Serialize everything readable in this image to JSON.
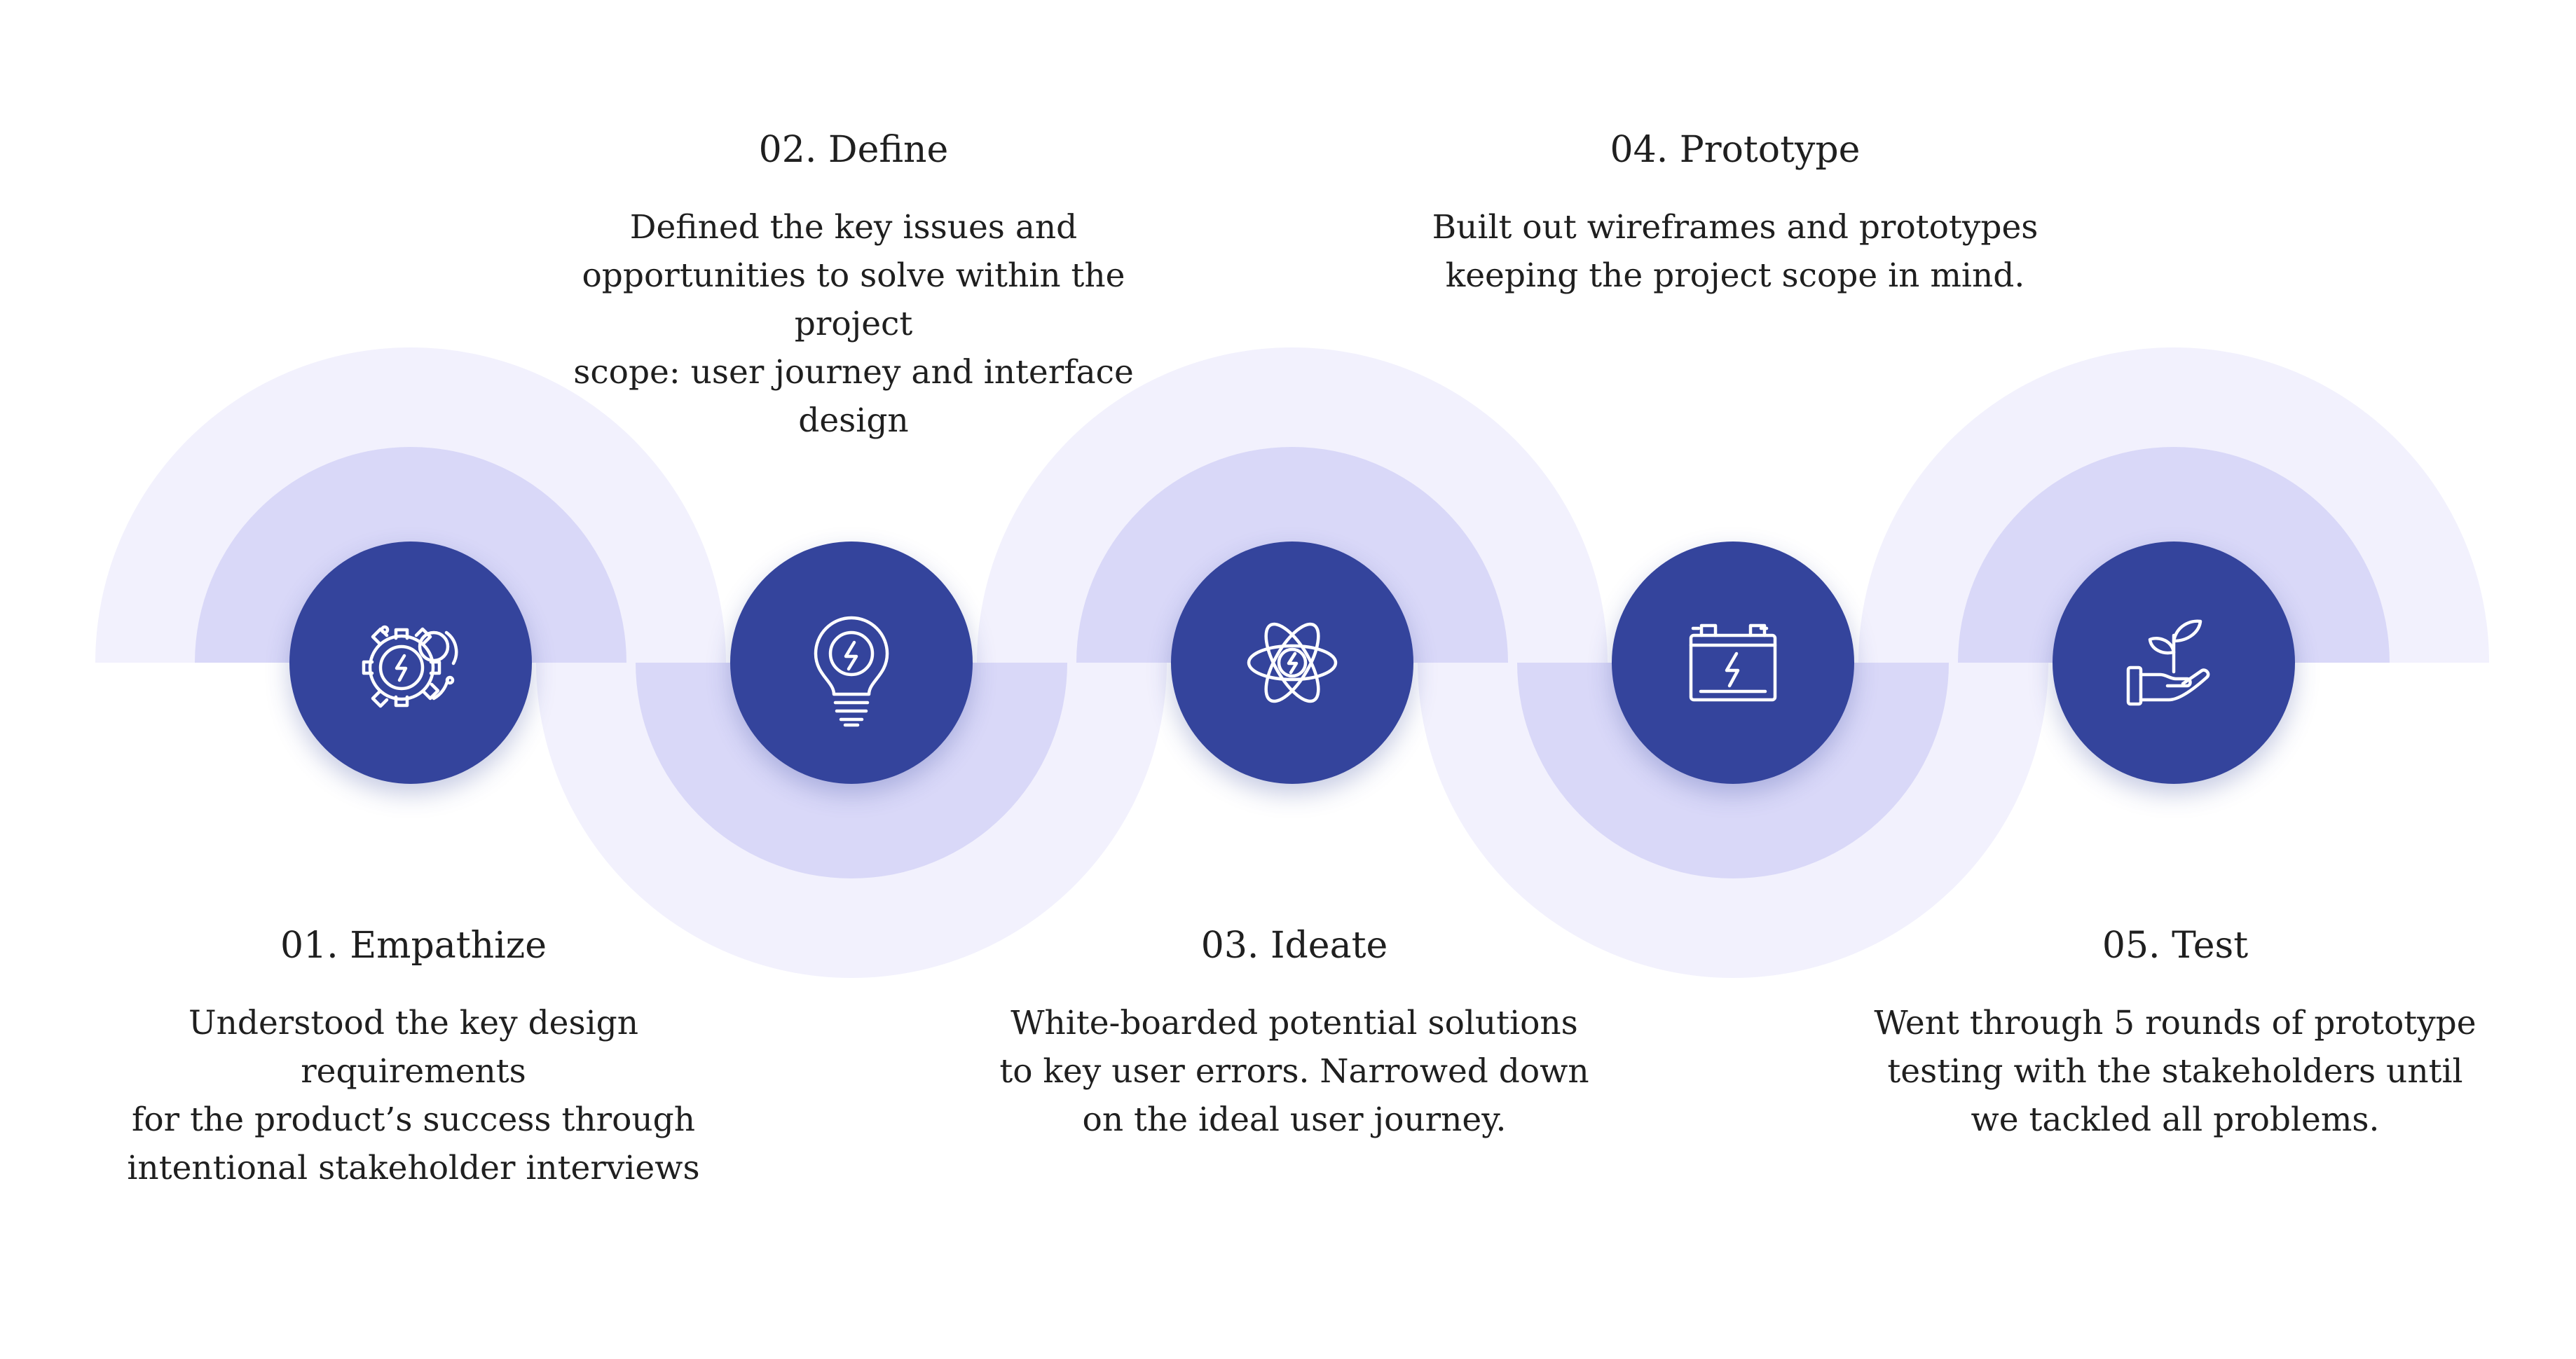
{
  "colors": {
    "band_outer": "#f2f1fd",
    "band_inner": "#d9d8f8",
    "circle": "#34449c",
    "icon_stroke": "#ffffff",
    "text": "#1f1f1f"
  },
  "steps": [
    {
      "title": "01. Empathize",
      "description": "Understood the key design requirements\nfor the product’s success through\nintentional stakeholder interviews",
      "icon": "gears-lightning-icon",
      "text_position": "below"
    },
    {
      "title": "02. Define",
      "description": "Defined the key issues and\nopportunities to solve within the project\nscope: user journey and interface design",
      "icon": "lightbulb-icon",
      "text_position": "above"
    },
    {
      "title": "03. Ideate",
      "description": "White-boarded potential solutions\nto key user errors. Narrowed down\non the ideal user journey.",
      "icon": "atom-lightning-icon",
      "text_position": "below"
    },
    {
      "title": "04. Prototype",
      "description": "Built out wireframes and prototypes\nkeeping the project scope in mind.",
      "icon": "battery-icon",
      "text_position": "above"
    },
    {
      "title": "05. Test",
      "description": "Went through 5 rounds of prototype\ntesting with the stakeholders until\nwe tackled all problems.",
      "icon": "hand-plant-icon",
      "text_position": "below"
    }
  ]
}
